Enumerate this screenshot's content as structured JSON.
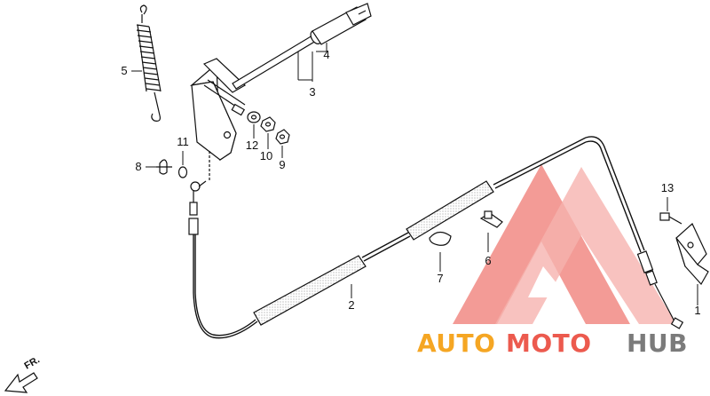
{
  "diagram": {
    "callouts": [
      {
        "id": "1",
        "text": "1"
      },
      {
        "id": "2",
        "text": "2"
      },
      {
        "id": "3",
        "text": "3"
      },
      {
        "id": "4",
        "text": "4"
      },
      {
        "id": "5",
        "text": "5"
      },
      {
        "id": "6",
        "text": "6"
      },
      {
        "id": "7",
        "text": "7"
      },
      {
        "id": "8",
        "text": "8"
      },
      {
        "id": "9",
        "text": "9"
      },
      {
        "id": "10",
        "text": "10"
      },
      {
        "id": "11",
        "text": "11"
      },
      {
        "id": "12",
        "text": "12"
      },
      {
        "id": "13",
        "text": "13"
      }
    ],
    "direction_label": "FR."
  },
  "watermark": {
    "part1": "AUTO",
    "part2": "MOTO",
    "part3": "HUB",
    "colors": {
      "orange": "#f5a623",
      "red": "#ec5a4e",
      "gray": "#7b7b7b",
      "triangle": "#ef7a73"
    }
  }
}
